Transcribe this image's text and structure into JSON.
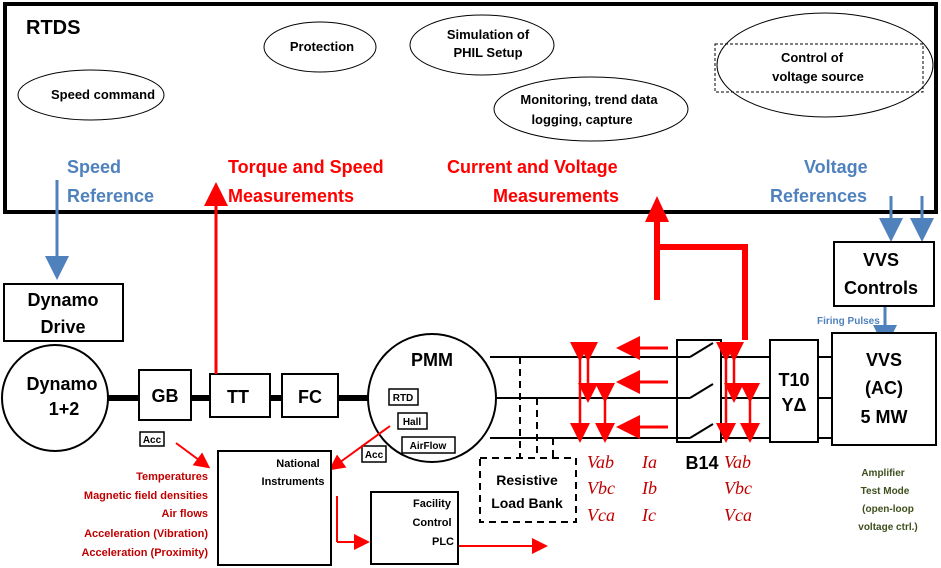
{
  "rtds": {
    "title": "RTDS",
    "speed_command": "Speed command",
    "protection": "Protection",
    "simulation": [
      "Simulation of",
      "PHIL Setup"
    ],
    "monitoring": [
      "Monitoring, trend data",
      "logging, capture"
    ],
    "control_vs": [
      "Control of",
      "voltage source"
    ]
  },
  "signals": {
    "speed_reference": [
      "Speed",
      "Reference"
    ],
    "torque_speed": [
      "Torque and Speed",
      "Measurements"
    ],
    "current_voltage": [
      "Current and Voltage",
      "Measurements"
    ],
    "voltage_references": [
      "Voltage",
      "References"
    ],
    "firing_pulses": "Firing Pulses"
  },
  "blocks": {
    "dynamo_drive": [
      "Dynamo",
      "Drive"
    ],
    "dynamo": [
      "Dynamo",
      "1+2"
    ],
    "gb": "GB",
    "tt": "TT",
    "fc": "FC",
    "pmm": "PMM",
    "rtd": "RTD",
    "hall": "Hall",
    "airflow": "AirFlow",
    "acc_left": "Acc",
    "acc_right": "Acc",
    "ni": [
      "National",
      "Instruments"
    ],
    "plc": [
      "Facility",
      "Control",
      "PLC"
    ],
    "load_bank": [
      "Resistive",
      "Load Bank"
    ],
    "b14": "B14",
    "t10": [
      "T10",
      "YΔ"
    ],
    "vvs_controls": [
      "VVS",
      "Controls"
    ],
    "vvs": [
      "VVS",
      "(AC)",
      "5 MW"
    ]
  },
  "sensors": [
    "Temperatures",
    "Magnetic field densities",
    "Air flows",
    "Acceleration (Vibration)",
    "Acceleration (Proximity)"
  ],
  "labels_left": {
    "v": [
      "Vab",
      "Vbc",
      "Vca"
    ],
    "i": [
      "Ia",
      "Ib",
      "Ic"
    ]
  },
  "labels_right": {
    "v": [
      "Vab",
      "Vbc",
      "Vca"
    ]
  },
  "amplifier": [
    "Amplifier",
    "Test Mode",
    "(open-loop",
    "voltage ctrl.)"
  ],
  "colors": {
    "red": "#ff0000",
    "darkred": "#c00000",
    "blue": "#4f81bd",
    "olive": "#3e4f1d"
  }
}
